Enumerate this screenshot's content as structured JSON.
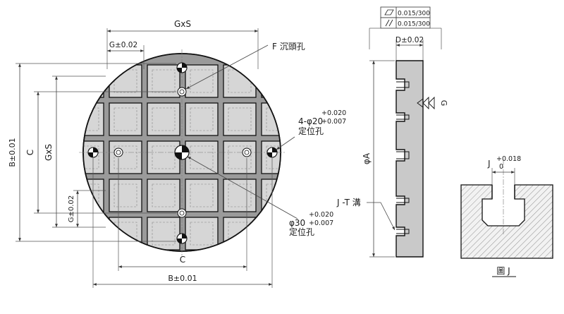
{
  "front_view": {
    "dim_gxs_top": "GxS",
    "dim_g_top": "G±0.02",
    "label_f": "F 沉頭孔",
    "label_locate_small_1": "4-φ20",
    "label_locate_small_tol_up": "+0.020",
    "label_locate_small_tol_lo": "+0.007",
    "label_locate_small_2": "定位孔",
    "label_locate_big_1": "φ30",
    "label_locate_big_tol_up": "+0.020",
    "label_locate_big_tol_lo": "+0.007",
    "label_locate_big_2": "定位孔",
    "dim_c_bottom": "C",
    "dim_b_bottom": "B±0.01",
    "dim_b_left": "B±0.01",
    "dim_c_left": "C",
    "dim_gxs_left": "GxS",
    "dim_g_left": "G±0.02"
  },
  "side_view": {
    "tol_flat": "0.015/300",
    "tol_parallel": "0.015/300",
    "dim_d": "D±0.02",
    "dim_phi_a": "φA",
    "datum_g": "G",
    "label_jt": "J -T 溝"
  },
  "detail_view": {
    "dim_j": "J",
    "dim_j_tol_up": "+0.018",
    "dim_j_tol_lo": "0",
    "caption": "圖 J"
  }
}
